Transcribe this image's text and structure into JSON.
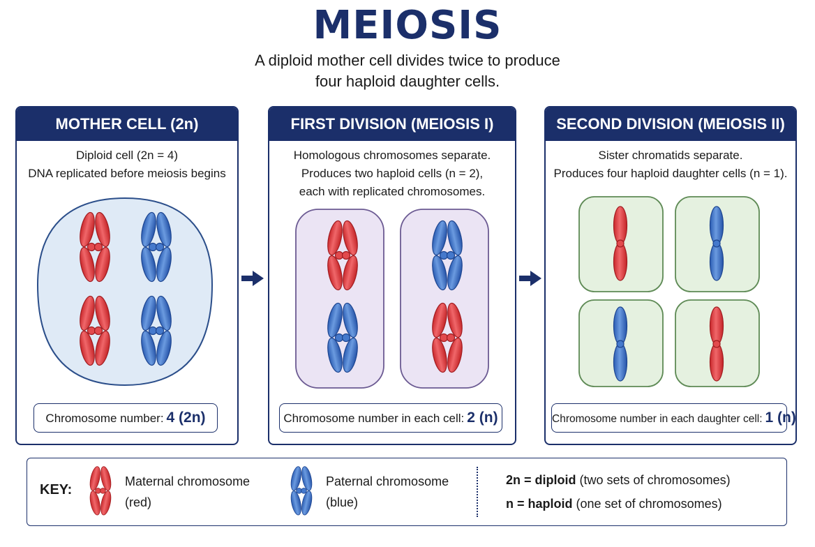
{
  "title": "MEIOSIS",
  "subtitle_line1": "A diploid mother cell divides twice to produce",
  "subtitle_line2": "four haploid daughter cells.",
  "colors": {
    "navy": "#1b2f6a",
    "maternal": "#e04548",
    "paternal": "#3f73c9",
    "cell_blue": "#dfeaf6",
    "cell_purple": "#ebe4f4",
    "cell_green": "#e5f1e0"
  },
  "panels": [
    {
      "header": "MOTHER CELL (2n)",
      "desc": [
        "Diploid cell (2n = 4)",
        "DNA replicated before meiosis begins"
      ],
      "count_label": "Chromosome number:",
      "count_value": "4 (2n)"
    },
    {
      "header": "FIRST DIVISION (MEIOSIS I)",
      "desc": [
        "Homologous chromosomes separate.",
        "Produces two haploid cells (n = 2),",
        "each with replicated chromosomes."
      ],
      "count_label": "Chromosome number in each cell:",
      "count_value": "2 (n)"
    },
    {
      "header": "SECOND DIVISION (MEIOSIS II)",
      "desc": [
        "Sister chromatids separate.",
        "Produces four haploid daughter cells (n = 1)."
      ],
      "count_label": "Chromosome number in each daughter cell:",
      "count_value": "1 (n)"
    }
  ],
  "key": {
    "label": "KEY:",
    "maternal_line1": "Maternal chromosome",
    "maternal_line2": "(red)",
    "paternal_line1": "Paternal chromosome",
    "paternal_line2": "(blue)",
    "diploid_term": "2n = diploid",
    "diploid_desc": "(two sets of chromosomes)",
    "haploid_term": "n = haploid",
    "haploid_desc": "(one set of chromosomes)"
  }
}
